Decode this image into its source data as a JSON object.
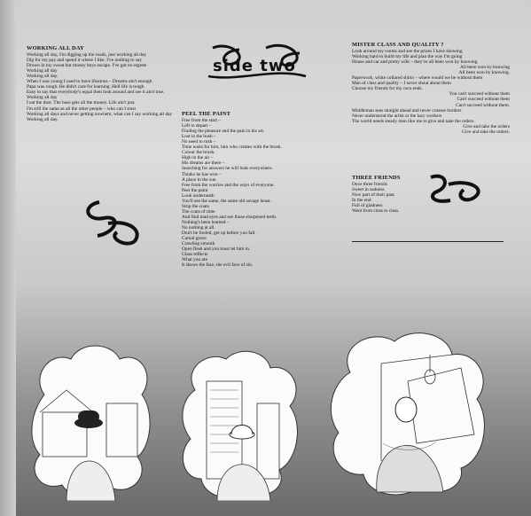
{
  "side_title": "side two",
  "working_all_day": {
    "title": "WORKING ALL DAY",
    "lines": [
      "Working all day, I'm digging up the roads, just working all day",
      "Dig for my pay and spend it where I like. I've nothing to say",
      "Drown in my sweat but money buys escape. I've got no regrets",
      "Working all day",
      "Working all day.",
      "When I was young I used to have illusions – Dreams ain't enough",
      "Papa was rough. He didn't care for learning. Hell life is tough",
      "Easy to say that everybody's equal then look around and see it ain't true.",
      "Working all day",
      "I eat the dust. The boss gets all the money. Life ain't just.",
      "I'm still the same as all the other people – who can I trust",
      "Working all days and never getting nowhere, what can I say working all day",
      "Working all day."
    ]
  },
  "peel_the_paint": {
    "title": "PEEL THE PAINT",
    "lines": [
      "Free from the start –",
      "Left to depart –",
      "Finding the pleasure and the pain in his art.",
      "Lost in the hush –",
      "No need to rush –",
      "Time waits for him, him who creates with the brush.",
      "Colour the brush.",
      "High in the air –",
      "His dreams are there –",
      "Searching for answers he will look everywhere.",
      "Thinks he has won –",
      "A place in the sun",
      "Free from the worries and the ways of everyone.",
      "Peel the paint",
      "Look underneath",
      "You'll see the same, the same old savage beast.",
      "Strip the coats",
      "The coats of time",
      "And find mad eyes and see those sharpened teeth.",
      "Nothing's been learned –",
      "No nothing at all.",
      "Don't be fooled, get up before you fall.",
      "Carnal grave",
      "Crawling smooth",
      "Open flesh and you must let him in.",
      "Glass reflects",
      "What you are",
      "It shows the face, the evil face of sin."
    ]
  },
  "mister_class": {
    "title": "MISTER CLASS AND QUALITY ?",
    "lines": [
      {
        "t": "Look around my rooms and see the prizes I have showing",
        "r": false
      },
      {
        "t": "Working hard to build my life and plan the way I'm going",
        "r": false
      },
      {
        "t": "House and car and pretty wife – they've all been won by knowing",
        "r": false
      },
      {
        "t": "All been won by knowing",
        "r": true
      },
      {
        "t": "All been won by knowing.",
        "r": true
      },
      {
        "t": "Paperwork, white collared shirts – where would we be without them",
        "r": false
      },
      {
        "t": "Man of class and quality – I never shout about them",
        "r": false
      },
      {
        "t": "Choose my friends for my own ends.",
        "r": false
      },
      {
        "t": "You can't succeed without them",
        "r": true
      },
      {
        "t": "Can't succeed without them",
        "r": true
      },
      {
        "t": "Can't succeed without them.",
        "r": true
      },
      {
        "t": "Middleman sees straight ahead and never crosses borders",
        "r": false
      },
      {
        "t": "Never understood the artist or the lazy workers",
        "r": false
      },
      {
        "t": "The world needs steady men like me to give and take the orders",
        "r": false
      },
      {
        "t": "Give and take the orders",
        "r": true
      },
      {
        "t": "Give and take the orders.",
        "r": true
      }
    ]
  },
  "three_friends": {
    "title": "THREE FRIENDS",
    "lines": [
      "Once three friends",
      "Sweet in sadness",
      "Now part of their past.",
      "In the end",
      "Full of gladness",
      "Went from class to class."
    ]
  },
  "icons": [
    "ribbon-ornament-icon",
    "bowler-hat-worker-illustration",
    "hardhat-worker-city-illustration",
    "painter-studio-illustration"
  ]
}
